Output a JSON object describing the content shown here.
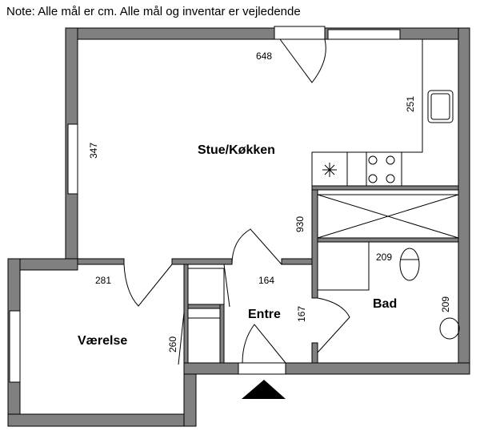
{
  "note": "Note: Alle mål er cm. Alle mål og inventar er vejledende",
  "rooms": {
    "stue": "Stue/Køkken",
    "vaerelse": "Værelse",
    "entre": "Entre",
    "bad": "Bad"
  },
  "dimensions": {
    "d648": "648",
    "d251": "251",
    "d347": "347",
    "d930": "930",
    "d281": "281",
    "d164": "164",
    "d209a": "209",
    "d209b": "209",
    "d167": "167",
    "d260": "260"
  },
  "colors": {
    "wall": "#808080",
    "entrance_marker": "#000000"
  }
}
